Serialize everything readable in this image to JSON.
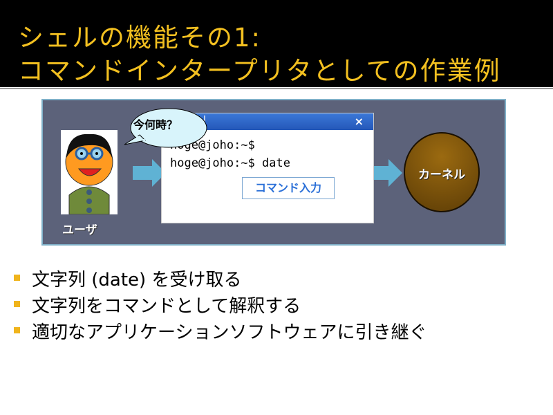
{
  "slide": {
    "title_line1": "シェルの機能その1:",
    "title_line2": "コマンドインタープリタとしての作業例"
  },
  "diagram": {
    "user_label": "ユーザ",
    "speech_bubble": "今何時？",
    "terminal": {
      "title": "l",
      "close_glyph": "×",
      "line1": "hoge@joho:~$",
      "line2": "hoge@joho:~$ date",
      "command_label": "コマンド入力"
    },
    "kernel_label": "カーネル"
  },
  "bullets": [
    "文字列 (date) を受け取る",
    "文字列をコマンドとして解釈する",
    "適切なアプリケーションソフトウェアに引き継ぐ"
  ],
  "colors": {
    "title_text": "#f3c020",
    "bullet_marker": "#f0b41c",
    "diagram_bg": "#5c627a",
    "arrow": "#5fb2d4"
  }
}
